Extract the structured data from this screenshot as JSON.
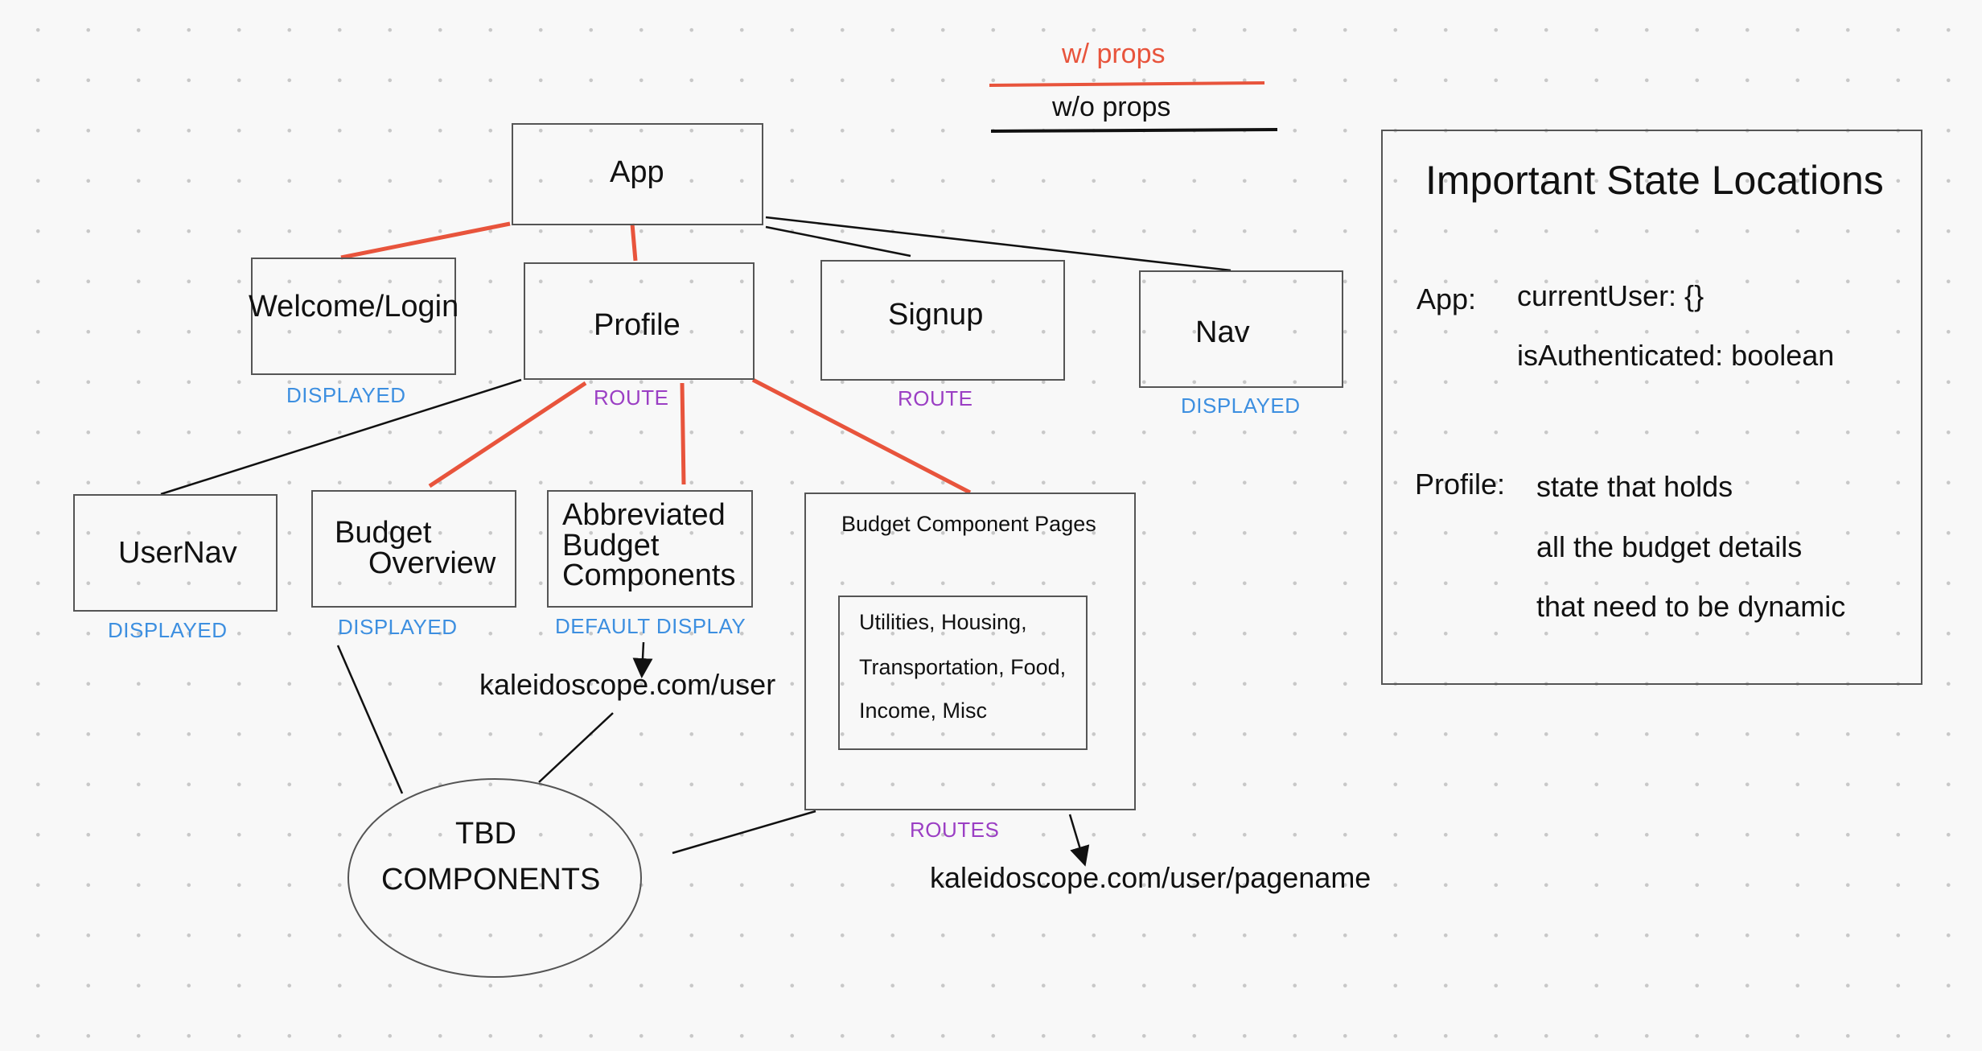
{
  "legend": {
    "with_props": "w/ props",
    "without_props": "w/o props",
    "with_props_color": "#e8543c",
    "without_props_color": "#111111"
  },
  "nodes": {
    "app": "App",
    "welcome_login": "Welcome/Login",
    "profile": "Profile",
    "signup": "Signup",
    "nav": "Nav",
    "usernav": "UserNav",
    "budget_overview_line1": "Budget",
    "budget_overview_line2": "Overview",
    "abbreviated_line1": "Abbreviated",
    "abbreviated_line2": "Budget",
    "abbreviated_line3": "Components",
    "budget_pages_title": "Budget Component Pages",
    "budget_pages_inner_line1": "Utilities, Housing,",
    "budget_pages_inner_line2": "Transportation, Food,",
    "budget_pages_inner_line3": "Income, Misc",
    "tbd_line1": "TBD",
    "tbd_line2": "COMPONENTS"
  },
  "tags": {
    "welcome_login": "DISPLAYED",
    "profile": "ROUTE",
    "signup": "ROUTE",
    "nav": "DISPLAYED",
    "usernav": "DISPLAYED",
    "budget_overview": "DISPLAYED",
    "abbreviated": "DEFAULT DISPLAY",
    "budget_pages": "ROUTES"
  },
  "urls": {
    "user": "kaleidoscope.com/user",
    "pagename": "kaleidoscope.com/user/pagename"
  },
  "state_panel": {
    "title": "Important State Locations",
    "app_label": "App:",
    "app_line1": "currentUser: {}",
    "app_line2": "isAuthenticated: boolean",
    "profile_label": "Profile:",
    "profile_line1": "state that holds",
    "profile_line2": "all the budget details",
    "profile_line3": "that need to be dynamic"
  }
}
